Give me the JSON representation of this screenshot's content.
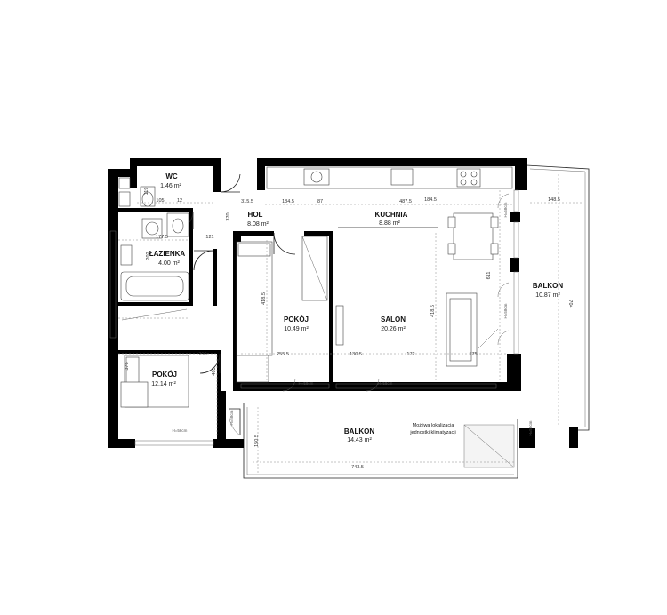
{
  "rooms": {
    "wc": {
      "name": "WC",
      "area": "1.46 m²"
    },
    "hol": {
      "name": "HOL",
      "area": "8.08 m²"
    },
    "kuchnia": {
      "name": "KUCHNIA",
      "area": "8.88 m²"
    },
    "lazienka": {
      "name": "ŁAZIENKA",
      "area": "4.00 m²"
    },
    "pokoj_middle": {
      "name": "POKÓJ",
      "area": "10.49 m²"
    },
    "salon": {
      "name": "SALON",
      "area": "20.26 m²"
    },
    "pokoj_left": {
      "name": "POKÓJ",
      "area": "12.14 m²"
    },
    "balkon_right": {
      "name": "BALKON",
      "area": "10.87 m²"
    },
    "balkon_bottom": {
      "name": "BALKON",
      "area": "14.43 m²"
    }
  },
  "dimensions": {
    "d_105": "105",
    "d_12": "12",
    "d_3155": "315.5",
    "d_1845a": "184.5",
    "d_87": "87",
    "d_4875": "487.5",
    "d_1845b": "184.5",
    "d_1485": "148.5",
    "d_119": "119",
    "d_370": "370",
    "d_1775": "177.5",
    "d_121": "121",
    "d_202": "202",
    "d_4185a": "418.5",
    "d_4185b": "418.5",
    "d_611": "611",
    "d_704": "704",
    "d_210": "210",
    "d_2555": "255.5",
    "d_1305": "130.5",
    "d_172": "172",
    "d_175": "175",
    "d_376": "376",
    "d_405": "405",
    "d_1505": "150.5",
    "d_7435": "743.5"
  },
  "notes": {
    "ac_line1": "Możliwa lokalizacja",
    "ac_line2": "jednostki klimatyzacji"
  },
  "window_marks": {
    "hs": "H=58cm"
  }
}
